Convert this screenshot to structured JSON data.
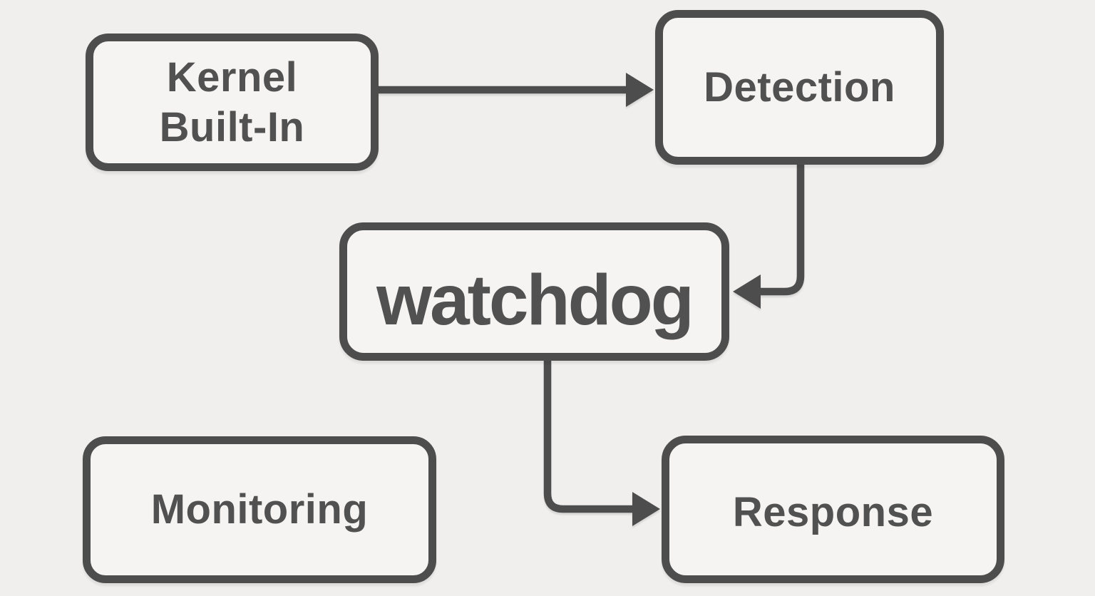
{
  "diagram": {
    "type": "flowchart",
    "nodes": [
      {
        "id": "kernel-built-in",
        "label": "Kernel Built-In",
        "lines": [
          "Kernel",
          "Built-In"
        ]
      },
      {
        "id": "detection",
        "label": "Detection"
      },
      {
        "id": "watchdog",
        "label": "watchdog"
      },
      {
        "id": "monitoring",
        "label": "Monitoring"
      },
      {
        "id": "response",
        "label": "Response"
      }
    ],
    "edges": [
      {
        "from": "kernel-built-in",
        "to": "detection",
        "style": "straight-right-arrow"
      },
      {
        "from": "detection",
        "to": "watchdog",
        "style": "elbow-down-left-arrow"
      },
      {
        "from": "watchdog",
        "to": "response",
        "style": "elbow-down-right-arrow"
      }
    ]
  },
  "theme": {
    "bg": "#f0efee",
    "node_fill": "#f5f4f3",
    "stroke": "#4d4d4d",
    "text": "#515151"
  }
}
